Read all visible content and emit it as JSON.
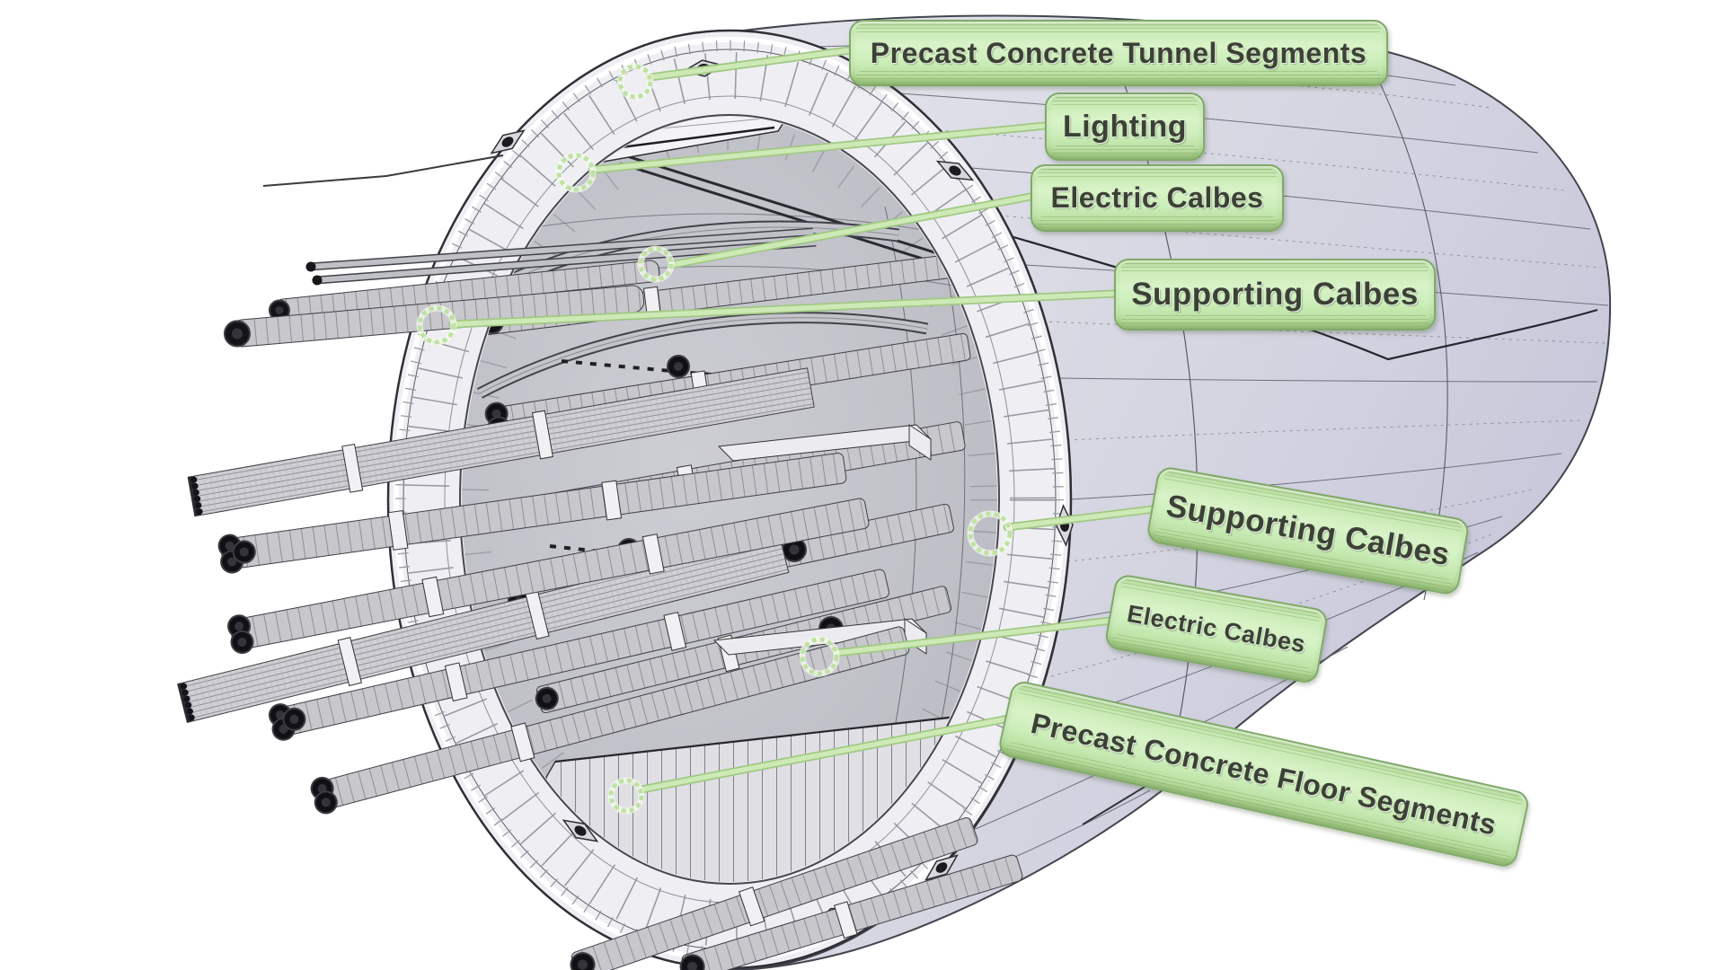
{
  "diagram": {
    "subject": "tunnel-cutaway-3d-illustration",
    "background_color": "#ffffff",
    "callouts": [
      {
        "id": "precast-concrete-tunnel-segments",
        "text": "Precast Concrete Tunnel Segments"
      },
      {
        "id": "lighting",
        "text": "Lighting"
      },
      {
        "id": "electric-cables-upper",
        "text": "Electric Calbes"
      },
      {
        "id": "supporting-cables-upper",
        "text": "Supporting Calbes"
      },
      {
        "id": "supporting-cables-lower",
        "text": "Supporting Calbes"
      },
      {
        "id": "electric-cables-lower",
        "text": "Electric Calbes"
      },
      {
        "id": "precast-concrete-floor-segments",
        "text": "Precast Concrete Floor Segments"
      }
    ],
    "style": {
      "label_fill": "#cfeebd",
      "label_fill_dark": "#aed492",
      "label_border": "#7fa968",
      "label_text": "#3c4136",
      "leader_line": "#cde9b6",
      "leader_edge": "#a0c983",
      "anchor_ring": "#bfe2a3",
      "background_color": "#ffffff"
    }
  }
}
